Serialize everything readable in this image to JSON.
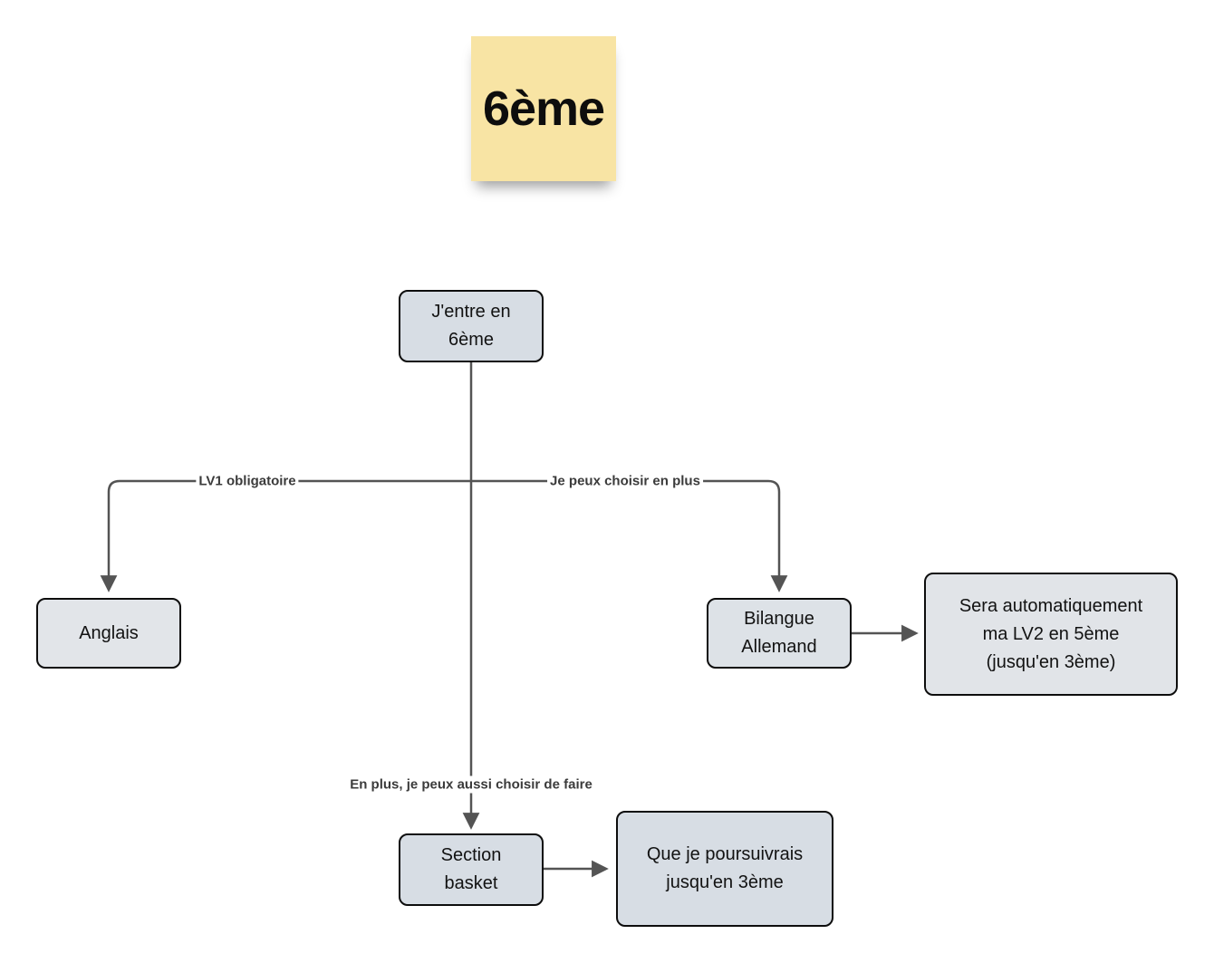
{
  "colors": {
    "background": "#ffffff",
    "connector": "#545454",
    "node_border": "#0d0d0d",
    "node_fill_primary": "#d7dde4",
    "node_fill_light": "#e1e4e8",
    "sticky_fill": "#f8e4a4",
    "edge_label_text": "#3b3b3b",
    "node_text": "#121212"
  },
  "sticky_note": {
    "label": "6ème"
  },
  "nodes": {
    "entry": {
      "label": "J'entre en\n6ème"
    },
    "anglais": {
      "label": "Anglais"
    },
    "bilangue": {
      "label": "Bilangue\nAllemand"
    },
    "sera": {
      "label": "Sera automatiquement\nma LV2 en 5ème\n(jusqu'en 3ème)"
    },
    "basket": {
      "label": "Section\nbasket"
    },
    "poursuite": {
      "label": "Que je poursuivrais\njusqu'en 3ème"
    }
  },
  "edge_labels": {
    "lv1": "LV1 obligatoire",
    "choix_plus": "Je peux choisir en plus",
    "en_plus": "En plus, je peux aussi choisir de faire"
  }
}
